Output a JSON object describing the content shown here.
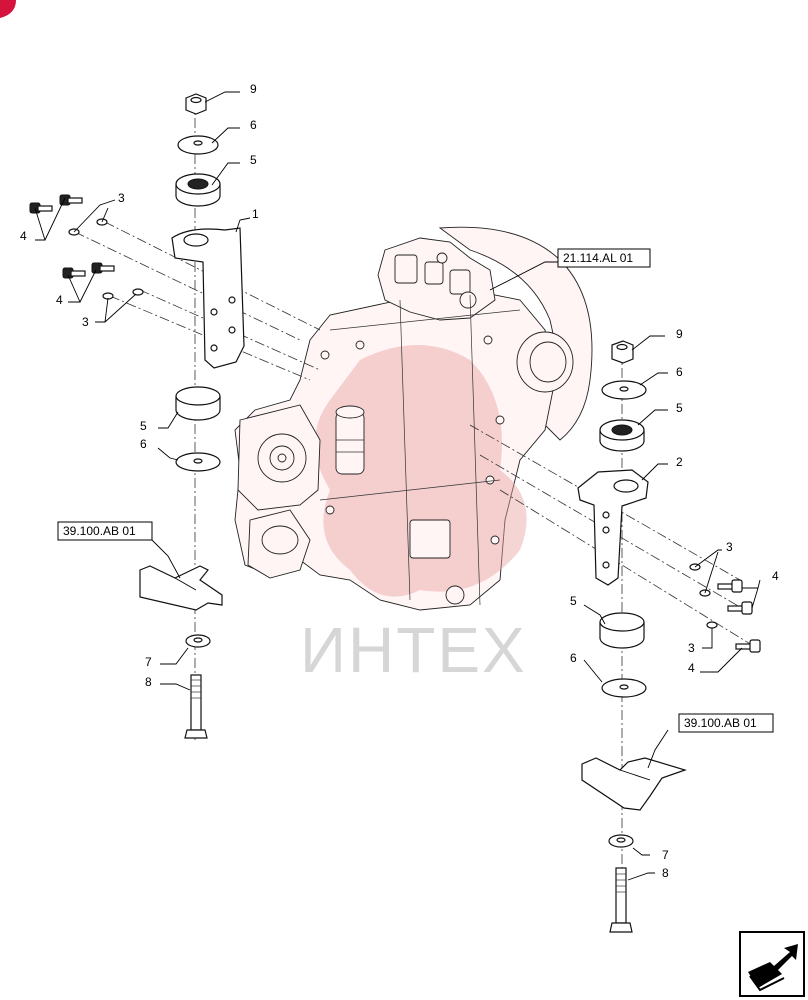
{
  "watermark": {
    "text": "ИНТЕХ",
    "color": "#d6d6d6",
    "logo_color": "#e07070"
  },
  "corner_mark": {
    "color": "#d4143c"
  },
  "references": {
    "ref_top": "21.114.AL 01",
    "ref_left": "39.100.AB 01",
    "ref_right": "39.100.AB 01"
  },
  "callouts": {
    "left": {
      "c9": "9",
      "c6a": "6",
      "c5a": "5",
      "c1": "1",
      "c3a": "3",
      "c4a": "4",
      "c4b": "4",
      "c3b": "3",
      "c5b": "5",
      "c6b": "6",
      "c7": "7",
      "c8": "8"
    },
    "right": {
      "c9": "9",
      "c6a": "6",
      "c5a": "5",
      "c2": "2",
      "c3a": "3",
      "c4a": "4",
      "c3b": "3",
      "c4b": "4",
      "c5b": "5",
      "c6b": "6",
      "c7": "7",
      "c8": "8"
    }
  },
  "nav_icon": "next-page-arrow-icon"
}
